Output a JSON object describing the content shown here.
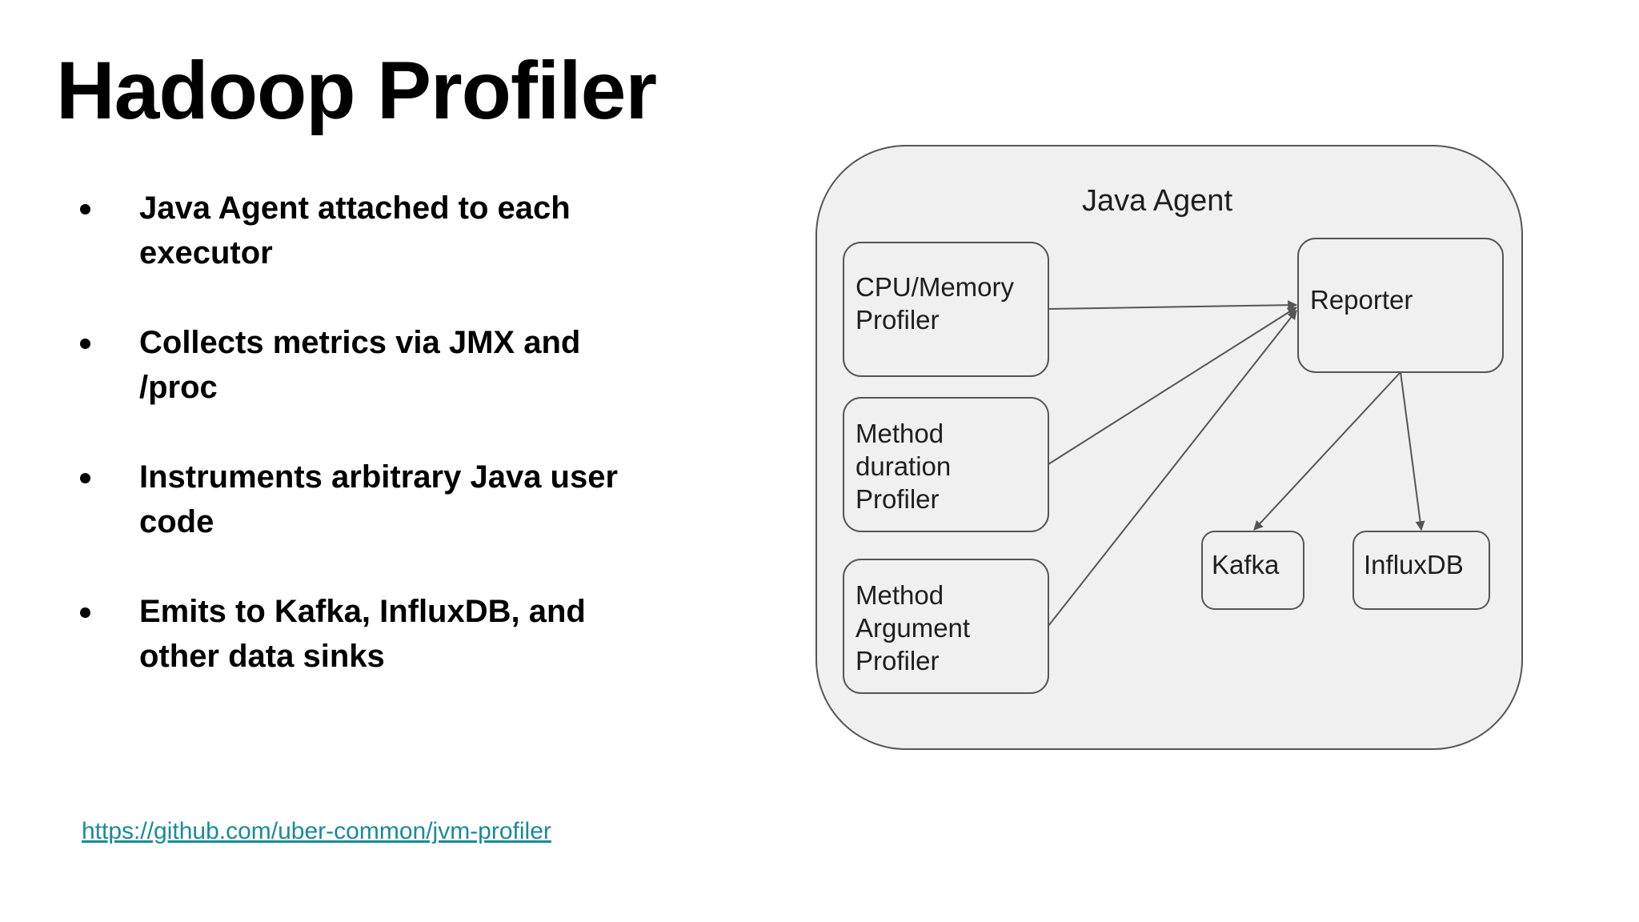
{
  "slide": {
    "title": "Hadoop Profiler",
    "bullets": [
      {
        "lines": [
          "Java Agent attached to each",
          "executor"
        ]
      },
      {
        "lines": [
          "Collects metrics via JMX and",
          "/proc"
        ]
      },
      {
        "lines": [
          "Instruments arbitrary Java user",
          "code"
        ]
      },
      {
        "lines": [
          "Emits to Kafka, InfluxDB, and",
          "other data sinks"
        ]
      }
    ],
    "link_text": "https://github.com/uber-common/jvm-profiler"
  },
  "diagram": {
    "container_label": "Java Agent",
    "nodes": {
      "cpu_memory_profiler": {
        "lines": [
          "CPU/Memory",
          "Profiler"
        ]
      },
      "method_duration_profiler": {
        "lines": [
          "Method",
          "duration",
          "Profiler"
        ]
      },
      "method_argument_profiler": {
        "lines": [
          "Method",
          "Argument",
          "Profiler"
        ]
      },
      "reporter": {
        "lines": [
          "Reporter"
        ]
      },
      "kafka": {
        "lines": [
          "Kafka"
        ]
      },
      "influxdb": {
        "lines": [
          "InfluxDB"
        ]
      }
    },
    "edges": [
      {
        "from": "CPU/Memory Profiler",
        "to": "Reporter"
      },
      {
        "from": "Method duration Profiler",
        "to": "Reporter"
      },
      {
        "from": "Method Argument Profiler",
        "to": "Reporter"
      },
      {
        "from": "Reporter",
        "to": "Kafka"
      },
      {
        "from": "Reporter",
        "to": "InfluxDB"
      }
    ],
    "colors": {
      "fill": "#f0f0f0",
      "stroke": "#555555",
      "link": "#1a8a99"
    }
  }
}
